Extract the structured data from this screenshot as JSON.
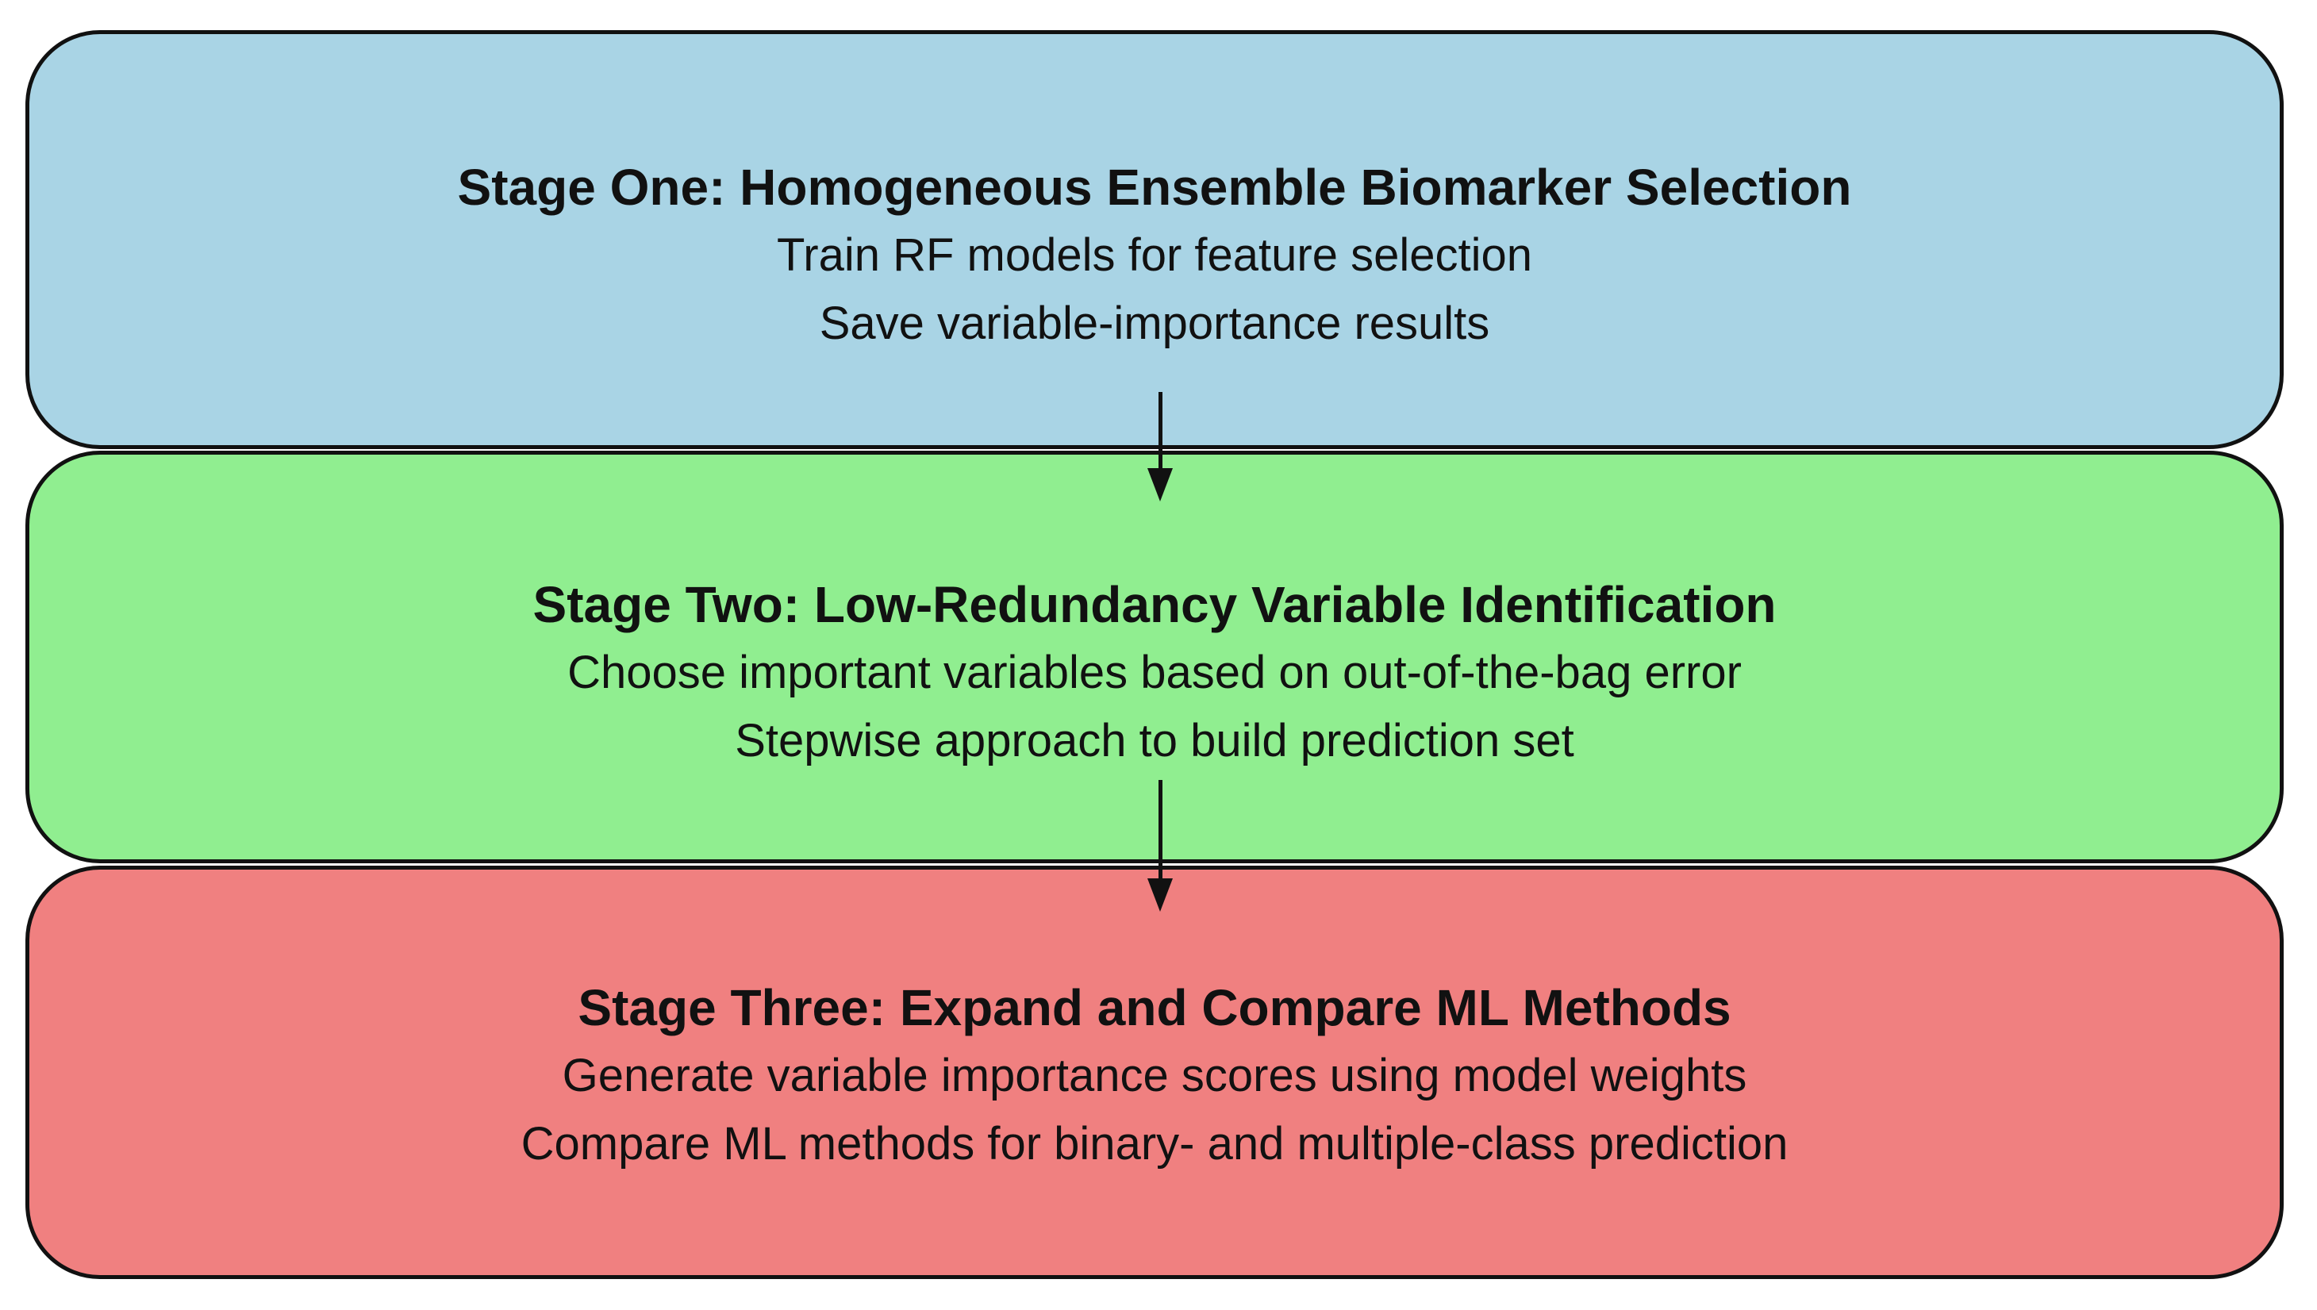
{
  "figure": {
    "background_color": "#ffffff",
    "border_color": "#111111",
    "text_color": "#111111",
    "stages": [
      {
        "id": "stage-one",
        "fill": "#a9d4e5",
        "title": "Stage One: Homogeneous Ensemble Biomarker Selection",
        "lines": [
          "Train RF models for feature selection",
          "Save variable-importance results"
        ]
      },
      {
        "id": "stage-two",
        "fill": "#90ee90",
        "title": "Stage Two: Low-Redundancy Variable Identification",
        "lines": [
          "Choose important variables based on out-of-the-bag error",
          "Stepwise approach to build prediction set"
        ]
      },
      {
        "id": "stage-three",
        "fill": "#f08080",
        "title": "Stage Three: Expand and Compare ML Methods",
        "lines": [
          "Generate variable importance scores using model weights",
          "Compare ML methods for binary- and multiple-class prediction"
        ]
      }
    ],
    "arrows": [
      {
        "from": "stage-one",
        "to": "stage-two",
        "direction": "down"
      },
      {
        "from": "stage-two",
        "to": "stage-three",
        "direction": "down"
      }
    ]
  }
}
